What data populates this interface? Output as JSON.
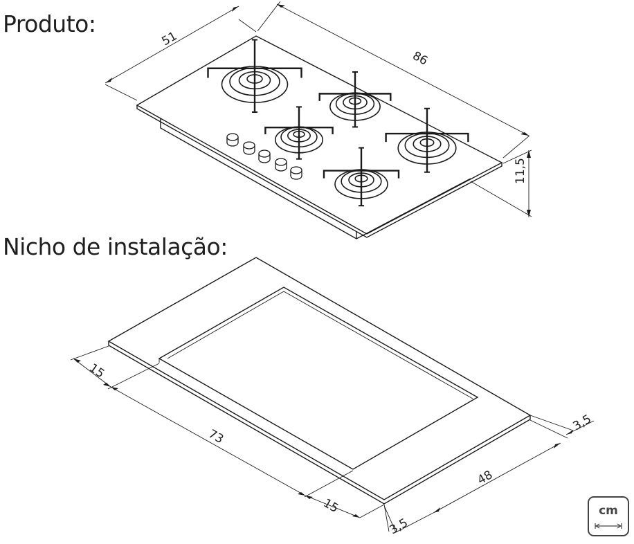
{
  "headings": {
    "produto": "Produto:",
    "nicho": "Nicho de instalação:"
  },
  "produto_dimensions": {
    "depth": "51",
    "width": "86",
    "height": "11,5"
  },
  "nicho_dimensions": {
    "margin_left": "15",
    "cut_length": "73",
    "margin_front": "15",
    "margin_right": "3,5",
    "cut_depth": "48",
    "margin_back": "3,5"
  },
  "unit": {
    "label": "cm",
    "icon": "double-arrow-icon"
  },
  "product": {
    "burners": 5,
    "knobs": 5
  }
}
